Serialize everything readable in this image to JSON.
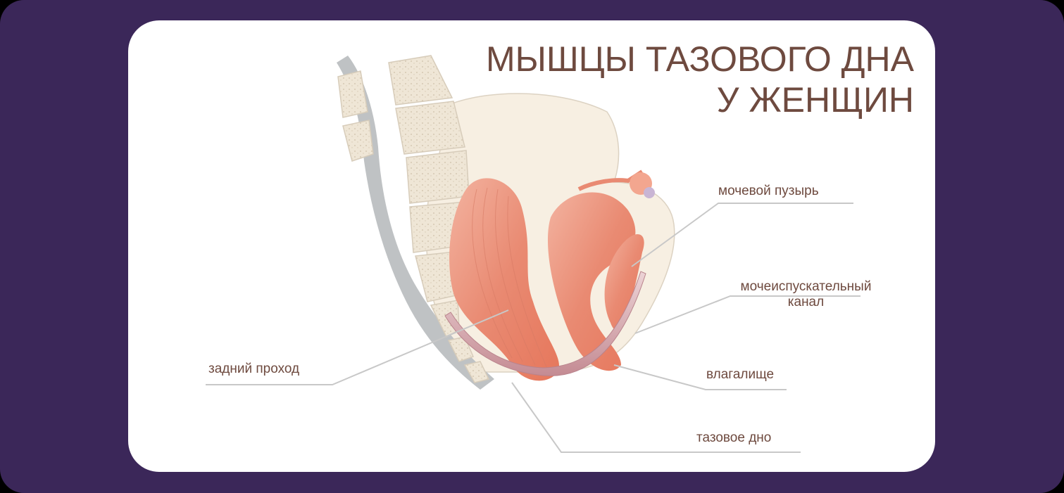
{
  "title": {
    "line1": "МЫШЦЫ ТАЗОВОГО ДНА",
    "line2": "У ЖЕНЩИН"
  },
  "labels": {
    "bladder": "мочевой пузырь",
    "urethra_line1": "мочеиспускательный",
    "urethra_line2": "канал",
    "anus": "задний проход",
    "vagina": "влагалище",
    "pelvic_floor": "тазовое дно"
  },
  "colors": {
    "background": "#3b2759",
    "card": "#ffffff",
    "text": "#6e4a3f",
    "muscle": "#e98a72",
    "bone": "#f4ead9",
    "leader_line": "#c8c8c8"
  }
}
